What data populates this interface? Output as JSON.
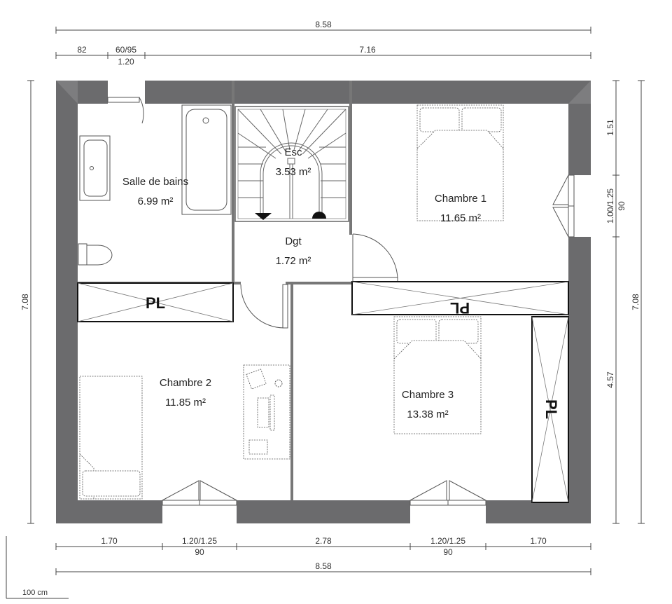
{
  "rooms": {
    "salle_de_bains": {
      "name": "Salle de bains",
      "area": "6.99 m²"
    },
    "esc": {
      "name": "Esc",
      "area": "3.53 m²"
    },
    "chambre1": {
      "name": "Chambre 1",
      "area": "11.65 m²"
    },
    "dgt": {
      "name": "Dgt",
      "area": "1.72 m²"
    },
    "chambre2": {
      "name": "Chambre 2",
      "area": "11.85 m²"
    },
    "chambre3": {
      "name": "Chambre 3",
      "area": "13.38 m²"
    }
  },
  "closets": {
    "label": "PL"
  },
  "dimensions": {
    "top_total": "8.58",
    "top_left": "82",
    "top_door": "60/95",
    "top_door_sub": "1.20",
    "top_right": "7.16",
    "bottom_segments": [
      "1.70",
      "1.20/1.25",
      "2.78",
      "1.20/1.25",
      "1.70"
    ],
    "bottom_subs": [
      "90",
      "90"
    ],
    "bottom_total": "8.58",
    "left_total": "7.08",
    "right_total": "7.08",
    "right_top": "1.51",
    "right_window": "1.00/1.25",
    "right_window_sub": "90",
    "right_bottom": "4.57"
  },
  "scale": {
    "label": "100 cm"
  }
}
